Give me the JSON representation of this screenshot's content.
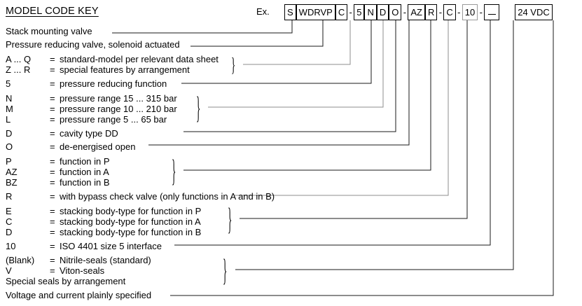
{
  "header": {
    "title": "MODEL CODE KEY",
    "example_label": "Ex."
  },
  "code_string": {
    "segments": [
      {
        "type": "box",
        "text": "S",
        "style": "black"
      },
      {
        "type": "box",
        "text": "WDRVP",
        "style": "black"
      },
      {
        "type": "box",
        "text": "C",
        "style": "black"
      },
      {
        "type": "sep",
        "text": "-"
      },
      {
        "type": "box",
        "text": "5",
        "style": "black"
      },
      {
        "type": "box",
        "text": "N",
        "style": "black"
      },
      {
        "type": "box",
        "text": "D",
        "style": "black"
      },
      {
        "type": "box",
        "text": "O",
        "style": "black"
      },
      {
        "type": "sep",
        "text": "-"
      },
      {
        "type": "box",
        "text": "AZ",
        "style": "black"
      },
      {
        "type": "box",
        "text": "R",
        "style": "black"
      },
      {
        "type": "sep",
        "text": "-"
      },
      {
        "type": "box",
        "text": "C",
        "style": "black"
      },
      {
        "type": "sep",
        "text": "-"
      },
      {
        "type": "box",
        "text": "10",
        "style": "gray"
      },
      {
        "type": "sep",
        "text": "-"
      },
      {
        "type": "box",
        "text": "",
        "style": "blank"
      },
      {
        "type": "gap"
      },
      {
        "type": "box",
        "text": "24 VDC",
        "style": "black"
      }
    ]
  },
  "legend_rows": [
    {
      "code": "",
      "eq": "",
      "desc": "Stack mounting valve"
    },
    {
      "code": "",
      "eq": "",
      "desc": "Pressure reducing valve, solenoid actuated"
    },
    {
      "code": "A ... Q",
      "eq": "=",
      "desc": "standard-model per relevant data sheet"
    },
    {
      "code": "Z ... R",
      "eq": "=",
      "desc": "special features by arrangement"
    },
    {
      "code": "5",
      "eq": "=",
      "desc": "pressure reducing function"
    },
    {
      "code": "N",
      "eq": "=",
      "desc": "pressure range 15 ... 315 bar"
    },
    {
      "code": "M",
      "eq": "=",
      "desc": "pressure range 10 ... 210 bar"
    },
    {
      "code": "L",
      "eq": "=",
      "desc": "pressure range  5 ...  65 bar"
    },
    {
      "code": "D",
      "eq": "=",
      "desc": "cavity type DD"
    },
    {
      "code": "O",
      "eq": "=",
      "desc": "de-energised open"
    },
    {
      "code": "P",
      "eq": "=",
      "desc": "function in P"
    },
    {
      "code": "AZ",
      "eq": "=",
      "desc": "function in A"
    },
    {
      "code": "BZ",
      "eq": "=",
      "desc": "function in B"
    },
    {
      "code": "R",
      "eq": "=",
      "desc": "with bypass check valve (only functions in A and in B)"
    },
    {
      "code": "E",
      "eq": "=",
      "desc": "stacking body-type for function in P"
    },
    {
      "code": "C",
      "eq": "=",
      "desc": "stacking body-type for function in A"
    },
    {
      "code": "D",
      "eq": "=",
      "desc": "stacking body-type for function in B"
    },
    {
      "code": "10",
      "eq": "=",
      "desc": "ISO 4401 size 5 interface"
    },
    {
      "code": "(Blank)",
      "eq": "=",
      "desc": "Nitrile-seals (standard)"
    },
    {
      "code": "V",
      "eq": "=",
      "desc": "Viton-seals"
    },
    {
      "code": "",
      "eq": "",
      "desc": "Special seals by arrangement"
    },
    {
      "code": "",
      "eq": "",
      "desc": "Voltage and current plainly specified"
    }
  ],
  "braces": [
    {
      "glyph": "}",
      "name": "brace-model-variant"
    },
    {
      "glyph": "}",
      "name": "brace-pressure-range"
    },
    {
      "glyph": "}",
      "name": "brace-function-position"
    },
    {
      "glyph": "}",
      "name": "brace-stacking-body"
    },
    {
      "glyph": "}",
      "name": "brace-seals"
    }
  ],
  "colors": {
    "line_black": "#1a1a1a",
    "line_gray": "#8c8c8c",
    "text": "#000000",
    "background": "#ffffff"
  }
}
